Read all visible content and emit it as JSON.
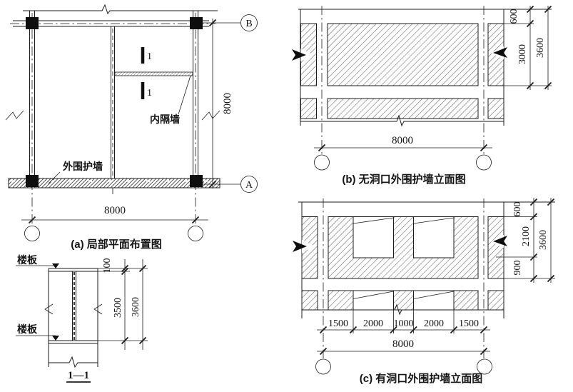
{
  "colors": {
    "ink": "#1b1b1b",
    "paper": "#ffffff"
  },
  "plan": {
    "caption": "(a) 局部平面布置图",
    "axis_b": "B",
    "axis_a": "A",
    "dim_height": "8000",
    "dim_width": "8000",
    "interior_wall_label": "内隔墙",
    "exterior_wall_label": "外围护墙",
    "section_cut_label": "1"
  },
  "section_1_1": {
    "caption": "1—1",
    "floor_label_top": "楼板",
    "floor_label_bottom": "楼板",
    "dim_slab_thickness": "100",
    "dim_clear_height": "3500",
    "dim_storey_height": "3600"
  },
  "elevation_no_opening": {
    "caption": "(b) 无洞口外围护墙立面图",
    "dim_band": "600",
    "dim_panel": "3000",
    "dim_total": "3600",
    "dim_span": "8000"
  },
  "elevation_with_opening": {
    "caption": "(c) 有洞口外围护墙立面图",
    "dim_band": "600",
    "dim_window": "2100",
    "dim_sill": "900",
    "dim_total": "3600",
    "dims_horizontal": [
      "1500",
      "2000",
      "1000",
      "2000",
      "1500"
    ],
    "dim_span": "8000"
  }
}
